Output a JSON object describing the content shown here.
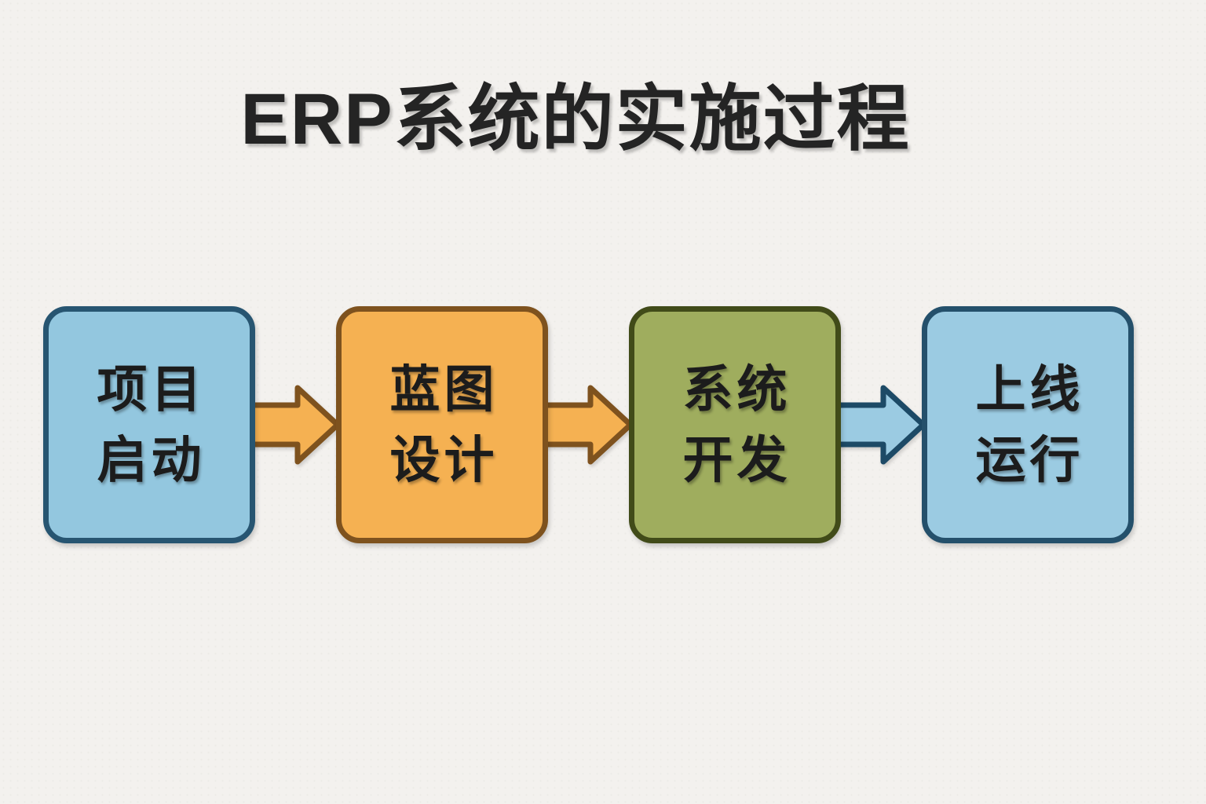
{
  "title": "ERP系统的实施过程",
  "background_color": "#f3f1ee",
  "title_color": "#242424",
  "flow": {
    "steps": [
      {
        "line1": "项目",
        "line2": "启动",
        "fill": "#93c7df",
        "border": "#275571"
      },
      {
        "line1": "蓝图",
        "line2": "设计",
        "fill": "#f5b152",
        "border": "#7e521e"
      },
      {
        "line1": "系统",
        "line2": "开发",
        "fill": "#9fad5e",
        "border": "#414b19"
      },
      {
        "line1": "上线",
        "line2": "运行",
        "fill": "#9bcbe2",
        "border": "#24506b"
      }
    ],
    "arrows": [
      {
        "direction": "right",
        "fill": "#f5b152",
        "stroke": "#7e521e"
      },
      {
        "direction": "right",
        "fill": "#f5b152",
        "stroke": "#7e521e"
      },
      {
        "direction": "right",
        "fill": "#9bcbe2",
        "stroke": "#1d4a66"
      }
    ]
  }
}
